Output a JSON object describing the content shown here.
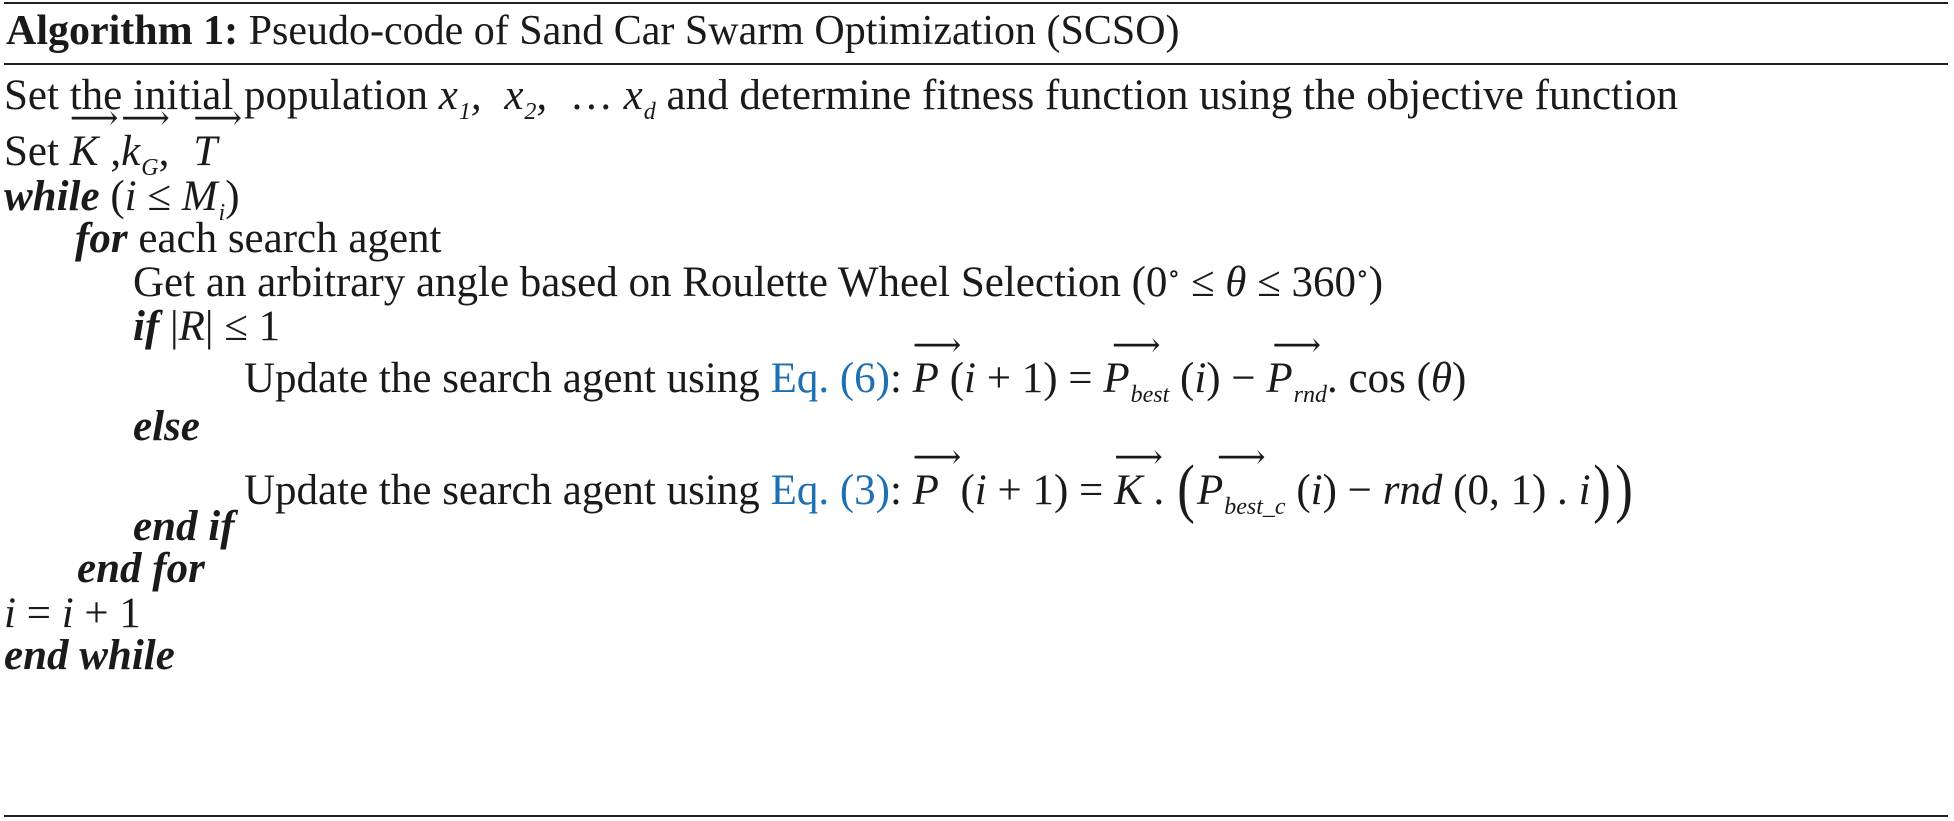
{
  "algorithm": {
    "label": "Algorithm 1:",
    "title": "Pseudo-code of Sand Car Swarm Optimization (SCSO)"
  },
  "lines": {
    "l1_text": "Set the initial population",
    "l1_text2": "and determine fitness function using the objective function",
    "l2_set": "Set",
    "l3_kw": "while",
    "l4_kw": "for",
    "l4_text": "each search agent",
    "l5_text": "Get an arbitrary angle based on Roulette Wheel Selection",
    "l6_kw": "if",
    "l7_text": "Update the search agent using",
    "l7_ref": "Eq. (6)",
    "l8_kw": "else",
    "l9_text": "Update the search agent using",
    "l9_ref": "Eq. (3)",
    "l10_kw": "end if",
    "l11_kw": "end for",
    "l13_kw": "end while"
  },
  "colors": {
    "link": "#1f6fb3",
    "text": "#1a1a1a"
  }
}
